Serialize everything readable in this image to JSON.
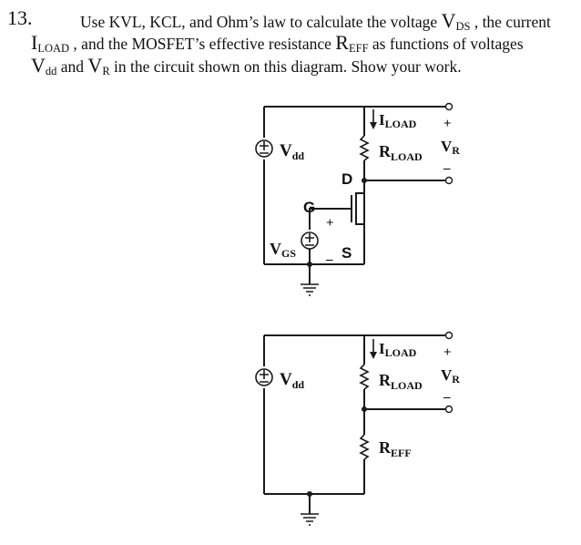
{
  "question": {
    "number": "13.",
    "line1": {
      "pre": "Use KVL, KCL, and Ohm’s law to calculate the voltage ",
      "sym": "V",
      "sub": "DS",
      "post": " , the current"
    },
    "line2": {
      "sym1": "I",
      "sub1": "LOAD",
      "mid": " , and the MOSFET’s effective resistance ",
      "sym2": "R",
      "sub2": "EFF",
      "post": " as functions of voltages"
    },
    "line3": {
      "sym1": "V",
      "sub1": "dd",
      "mid": " and ",
      "sym2": "V",
      "sub2": "R",
      "post": " in the circuit shown on this diagram. Show your work."
    }
  },
  "circuit1": {
    "vdd": {
      "sym": "V",
      "sub": "dd"
    },
    "iload": {
      "sym": "I",
      "sub": "LOAD"
    },
    "rload": {
      "sym": "R",
      "sub": "LOAD"
    },
    "vr": {
      "sym": "V",
      "sub": "R",
      "plus": "+",
      "minus": "–"
    },
    "drain": "D",
    "gate": "G",
    "source": "S",
    "vgs": {
      "sym": "V",
      "sub": "GS"
    },
    "gs_plus": "+",
    "gs_minus": "–"
  },
  "circuit2": {
    "vdd": {
      "sym": "V",
      "sub": "dd"
    },
    "iload": {
      "sym": "I",
      "sub": "LOAD"
    },
    "rload": {
      "sym": "R",
      "sub": "LOAD"
    },
    "vr": {
      "sym": "V",
      "sub": "R",
      "plus": "+",
      "minus": "–"
    },
    "reff": {
      "sym": "R",
      "sub": "EFF"
    }
  }
}
